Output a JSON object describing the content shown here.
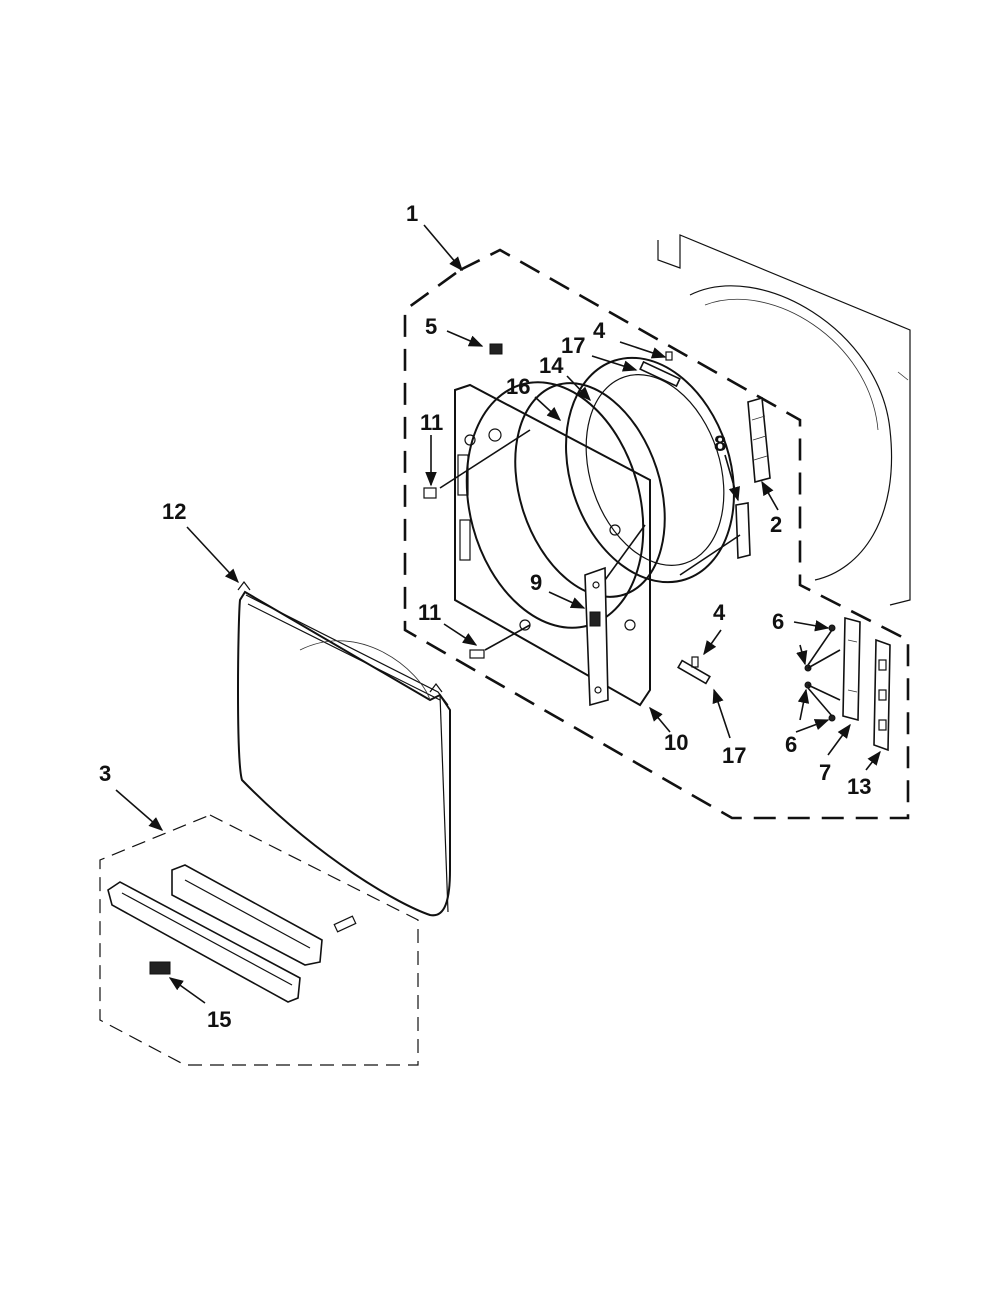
{
  "diagram": {
    "callouts": [
      {
        "id": "c1",
        "label": "1"
      },
      {
        "id": "c2",
        "label": "2"
      },
      {
        "id": "c3",
        "label": "3"
      },
      {
        "id": "c4a",
        "label": "4"
      },
      {
        "id": "c4b",
        "label": "4"
      },
      {
        "id": "c5",
        "label": "5"
      },
      {
        "id": "c6a",
        "label": "6"
      },
      {
        "id": "c6b",
        "label": "6"
      },
      {
        "id": "c7",
        "label": "7"
      },
      {
        "id": "c8",
        "label": "8"
      },
      {
        "id": "c9",
        "label": "9"
      },
      {
        "id": "c10",
        "label": "10"
      },
      {
        "id": "c11a",
        "label": "11"
      },
      {
        "id": "c11b",
        "label": "11"
      },
      {
        "id": "c12",
        "label": "12"
      },
      {
        "id": "c13",
        "label": "13"
      },
      {
        "id": "c14",
        "label": "14"
      },
      {
        "id": "c15",
        "label": "15"
      },
      {
        "id": "c16",
        "label": "16"
      },
      {
        "id": "c17a",
        "label": "17"
      },
      {
        "id": "c17b",
        "label": "17"
      }
    ]
  }
}
